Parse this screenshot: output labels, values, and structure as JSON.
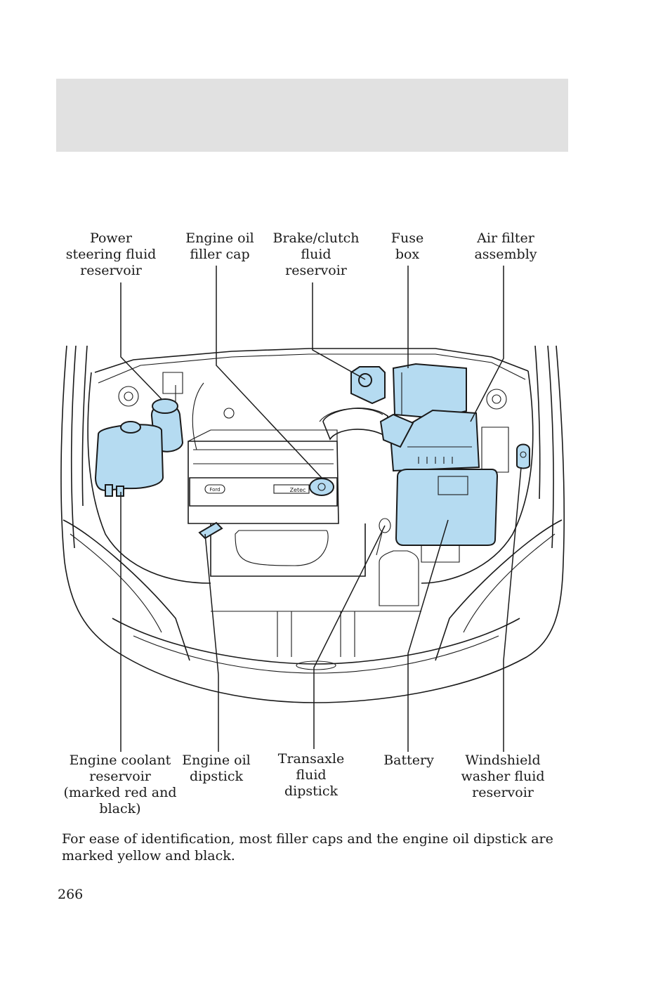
{
  "labels_top": {
    "power_steering": "Power\nsteering fluid\nreservoir",
    "oil_filler_cap": "Engine oil\nfiller cap",
    "brake_clutch": "Brake/clutch\nfluid\nreservoir",
    "fuse_box": "Fuse\nbox",
    "air_filter": "Air filter\nassembly"
  },
  "labels_bottom": {
    "coolant": "Engine coolant\nreservoir\n(marked red and\nblack)",
    "oil_dipstick": "Engine oil\ndipstick",
    "transaxle": "Transaxle\nfluid\ndipstick",
    "battery": "Battery",
    "washer": "Windshield\nwasher fluid\nreservoir"
  },
  "engine_badges": {
    "brand": "Ford",
    "engine": "Zetec"
  },
  "note": "For ease of identification, most filler caps and the engine oil dipstick are marked yellow and black.",
  "page_number": "266",
  "colors": {
    "highlight": "#b5dbf1",
    "header_band": "#e1e1e1"
  }
}
